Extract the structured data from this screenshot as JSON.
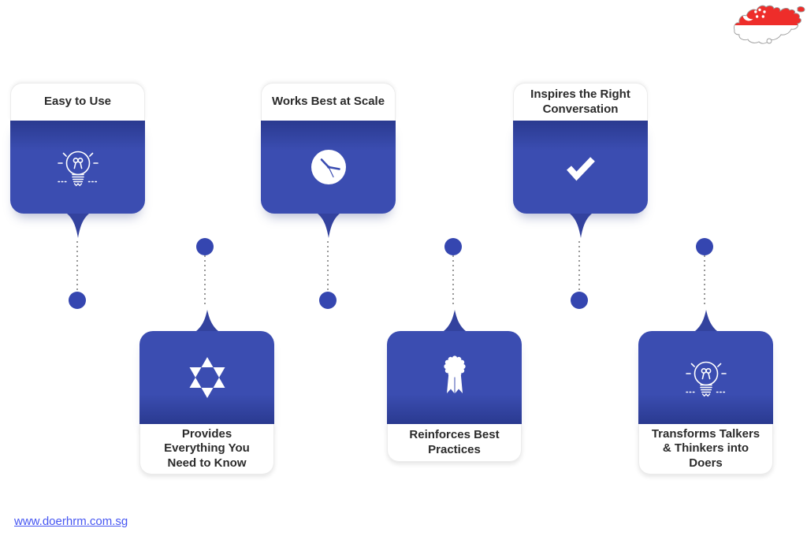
{
  "diagram": {
    "cards": [
      {
        "title": "Easy to Use",
        "icon": "lightbulb-icon",
        "row": "top"
      },
      {
        "title": "Works Best at Scale",
        "icon": "clock-icon",
        "row": "top"
      },
      {
        "title": "Inspires the Right Conversation",
        "icon": "checkmark-icon",
        "row": "top"
      },
      {
        "title": "Provides Everything You Need to Know",
        "icon": "star-of-david-icon",
        "row": "bottom"
      },
      {
        "title": "Reinforces Best Practices",
        "icon": "award-ribbon-icon",
        "row": "bottom"
      },
      {
        "title": "Transforms Talkers & Thinkers into Doers",
        "icon": "lightbulb-icon",
        "row": "bottom"
      }
    ]
  },
  "footer": {
    "link_label": "www.doerhrm.com.sg"
  },
  "decor": {
    "flag_name": "singapore-map-flag"
  },
  "colors": {
    "card_blue": "#3b4db1",
    "card_blue_dark": "#2a3a90",
    "connector_blue": "#3546b0",
    "connector_gray": "#989898",
    "title_text": "#2b2b2b",
    "link_blue": "#4656f2",
    "flag_red": "#ee2d2a"
  }
}
